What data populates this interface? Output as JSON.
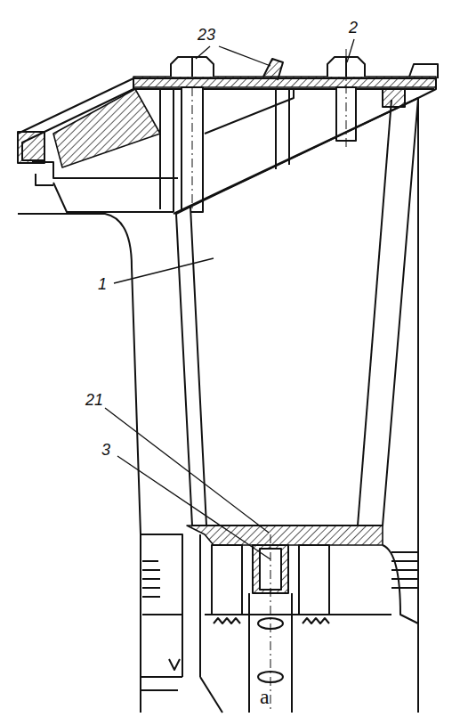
{
  "diagram": {
    "labels": [
      "23",
      "2",
      "1",
      "21",
      "3",
      "a"
    ]
  }
}
